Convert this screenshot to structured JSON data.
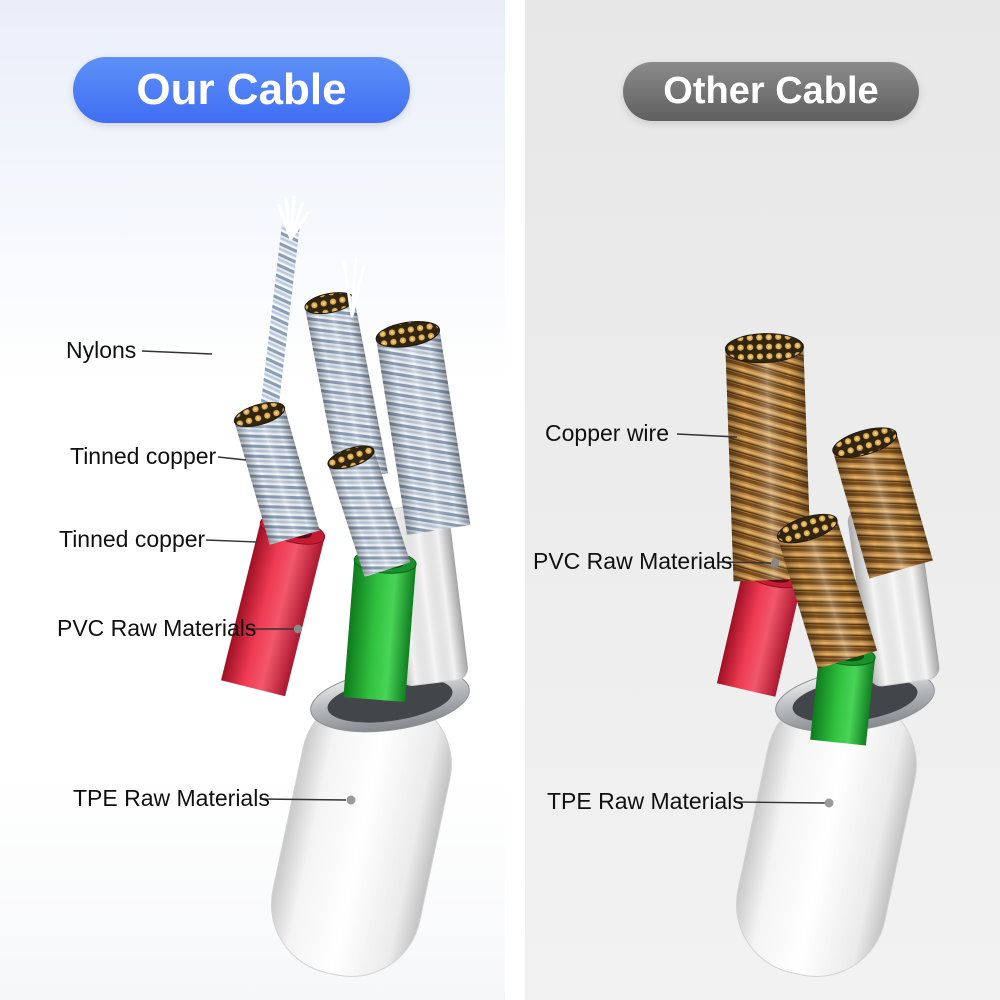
{
  "left": {
    "title": "Our Cable",
    "labels": [
      {
        "text": "Nylons"
      },
      {
        "text": "Tinned copper"
      },
      {
        "text": "Tinned copper"
      },
      {
        "text": "PVC Raw Materials"
      },
      {
        "text": "TPE Raw Materials"
      }
    ]
  },
  "right": {
    "title": "Other Cable",
    "labels": [
      {
        "text": "Copper wire"
      },
      {
        "text": "PVC Raw Materials"
      },
      {
        "text": "TPE Raw Materials"
      }
    ]
  },
  "colors": {
    "title_left_bg": "#4a7cf5",
    "title_right_bg": "#707070",
    "pvc_red": "#e02945",
    "pvc_green": "#27b93a",
    "copper_wire": "#b9833f",
    "tinned_copper": "#aebfd2",
    "tpe_jacket": "#ffffff",
    "label_text": "#101010"
  }
}
